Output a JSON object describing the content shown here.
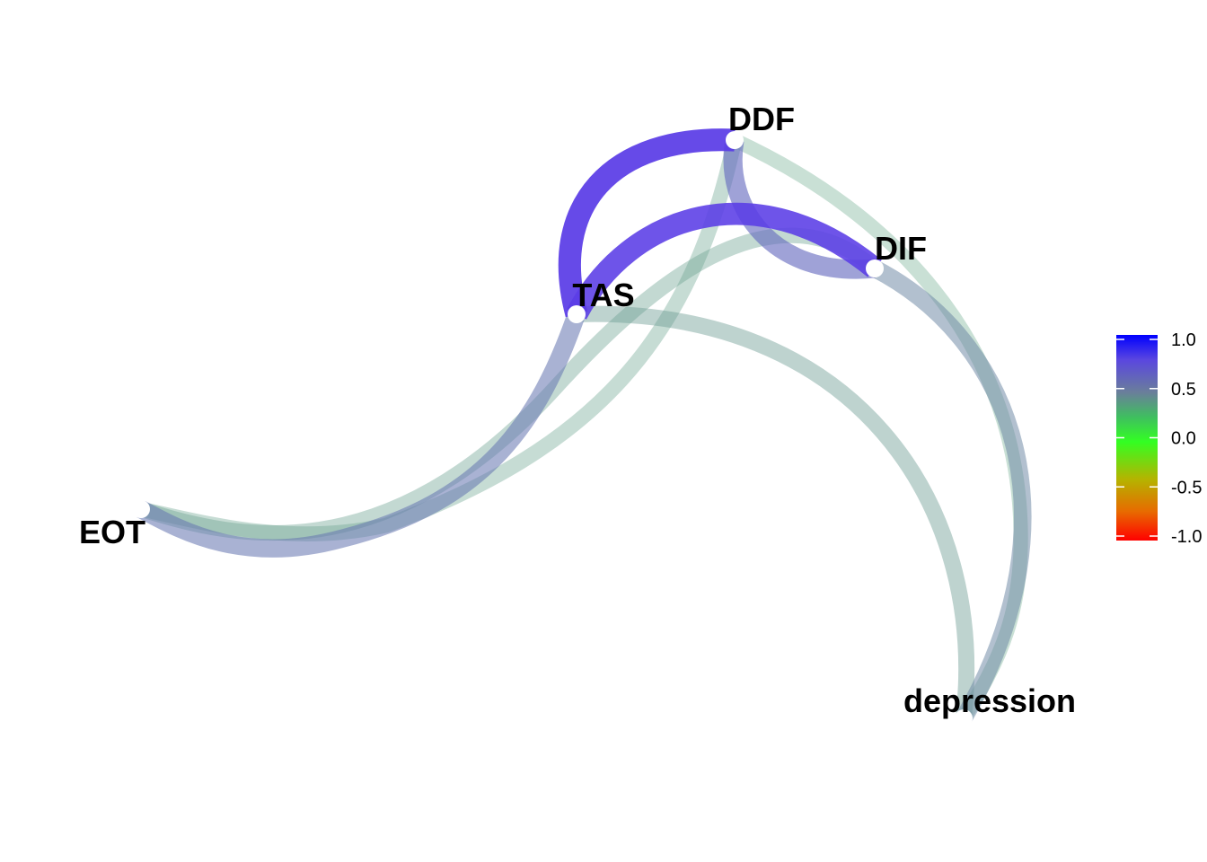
{
  "chart_data": {
    "type": "network",
    "nodes": [
      {
        "id": "DDF",
        "label": "DDF"
      },
      {
        "id": "DIF",
        "label": "DIF"
      },
      {
        "id": "TAS",
        "label": "TAS"
      },
      {
        "id": "EOT",
        "label": "EOT"
      },
      {
        "id": "depression",
        "label": "depression"
      }
    ],
    "edges": [
      {
        "from": "TAS",
        "to": "DDF",
        "r": 0.95
      },
      {
        "from": "TAS",
        "to": "DIF",
        "r": 0.92
      },
      {
        "from": "DDF",
        "to": "DIF",
        "r": 0.7
      },
      {
        "from": "TAS",
        "to": "EOT",
        "r": 0.65
      },
      {
        "from": "DIF",
        "to": "depression",
        "r": 0.6
      },
      {
        "from": "TAS",
        "to": "depression",
        "r": 0.5
      },
      {
        "from": "DDF",
        "to": "EOT",
        "r": 0.42
      },
      {
        "from": "EOT",
        "to": "DIF",
        "r": 0.45
      },
      {
        "from": "DDF",
        "to": "depression",
        "r": 0.38
      }
    ],
    "colorbar": {
      "ticks": [
        "1.0",
        "0.5",
        "0.0",
        "-0.5",
        "-1.0"
      ],
      "range": [
        -1,
        1
      ],
      "colors": [
        "#ff0000",
        "#00ff00",
        "#0000ff"
      ]
    }
  }
}
